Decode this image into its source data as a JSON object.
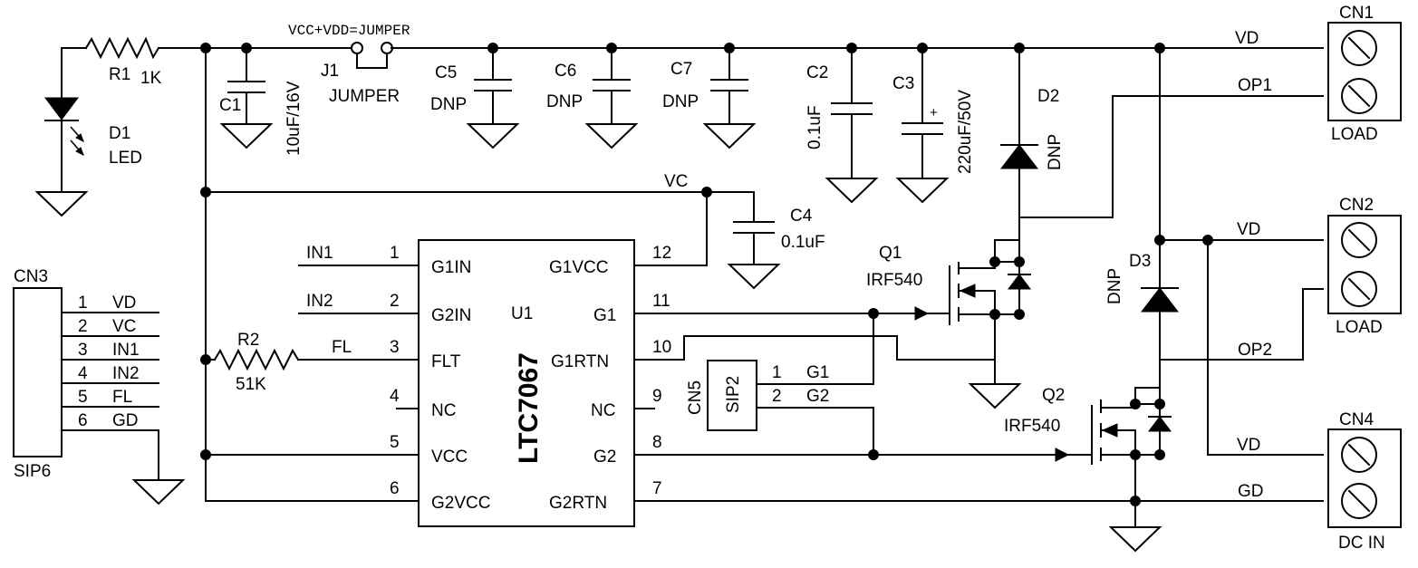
{
  "labels": {
    "jumper_note": "VCC+VDD=JUMPER",
    "r1": "R1",
    "r1_val": "1K",
    "d1": "D1",
    "d1_val": "LED",
    "c1": "C1",
    "c1_val": "10uF/16V",
    "j1": "J1",
    "j1_val": "JUMPER",
    "c5": "C5",
    "c5_val": "DNP",
    "c6": "C6",
    "c6_val": "DNP",
    "c7": "C7",
    "c7_val": "DNP",
    "c2": "C2",
    "c2_val": "0.1uF",
    "c3": "C3",
    "c3_val": "220uF/50V",
    "c3_plus": "+",
    "d2": "D2",
    "d2_val": "DNP",
    "d3": "D3",
    "d3_val": "DNP",
    "c4": "C4",
    "c4_val": "0.1uF",
    "vc_net": "VC",
    "q1": "Q1",
    "q1_val": "IRF540",
    "q2": "Q2",
    "q2_val": "IRF540",
    "r2": "R2",
    "r2_val": "51K",
    "fl_net": "FL",
    "in1_net": "IN1",
    "in2_net": "IN2",
    "u1": "U1",
    "u1_part": "LTC7067",
    "cn5": "CN5",
    "sip2": "SIP2",
    "cn5_pin1": "1",
    "cn5_pin2": "2",
    "g1_net": "G1",
    "g2_net": "G2",
    "cn1": "CN1",
    "cn1_name": "LOAD",
    "vd1": "VD",
    "op1": "OP1",
    "cn2": "CN2",
    "cn2_name": "LOAD",
    "vd2": "VD",
    "op2": "OP2",
    "cn4": "CN4",
    "cn4_name": "DC IN",
    "vd3": "VD",
    "gd_net": "GD",
    "cn3": "CN3",
    "sip6": "SIP6"
  },
  "u1_left_pins": [
    {
      "num": "1",
      "name": "G1IN"
    },
    {
      "num": "2",
      "name": "G2IN"
    },
    {
      "num": "3",
      "name": "FLT"
    },
    {
      "num": "4",
      "name": "NC"
    },
    {
      "num": "5",
      "name": "VCC"
    },
    {
      "num": "6",
      "name": "G2VCC"
    }
  ],
  "u1_right_pins": [
    {
      "num": "12",
      "name": "G1VCC"
    },
    {
      "num": "11",
      "name": "G1"
    },
    {
      "num": "10",
      "name": "G1RTN"
    },
    {
      "num": "9",
      "name": "NC"
    },
    {
      "num": "8",
      "name": "G2"
    },
    {
      "num": "7",
      "name": "G2RTN"
    }
  ],
  "cn3_pins": [
    {
      "num": "1",
      "name": "VD"
    },
    {
      "num": "2",
      "name": "VC"
    },
    {
      "num": "3",
      "name": "IN1"
    },
    {
      "num": "4",
      "name": "IN2"
    },
    {
      "num": "5",
      "name": "FL"
    },
    {
      "num": "6",
      "name": "GD"
    }
  ]
}
